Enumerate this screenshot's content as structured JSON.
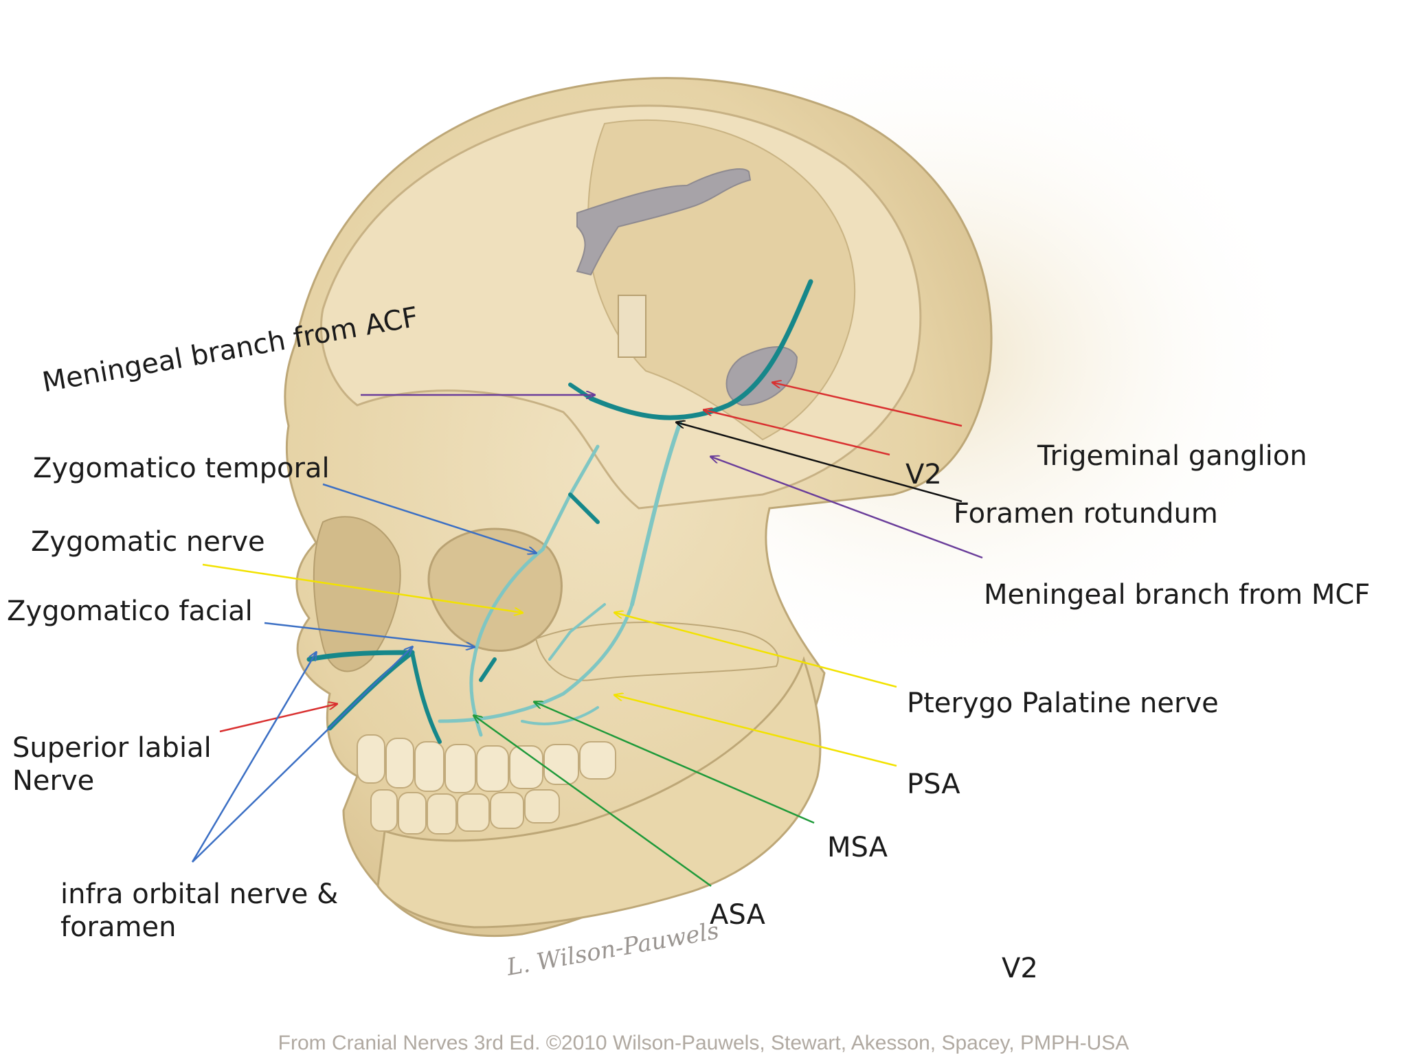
{
  "labels": {
    "meningeal_acf": "Meningeal branch from ACF",
    "zygomatico_temporal": "Zygomatico temporal",
    "zygomatic_nerve": "Zygomatic nerve",
    "zygomatico_facial": "Zygomatico facial",
    "superior_labial_line1": "Superior labial",
    "superior_labial_line2": "Nerve",
    "infra_orbital_line1": "infra orbital nerve &",
    "infra_orbital_line2": "foramen",
    "trigeminal_ganglion": "Trigeminal ganglion",
    "v2_top": "V2",
    "foramen_rotundum": "Foramen rotundum",
    "meningeal_mcf": "Meningeal branch from MCF",
    "pterygo_palatine": "Pterygo Palatine nerve",
    "psa": "PSA",
    "msa": "MSA",
    "asa": "ASA",
    "v2_bottom": "V2"
  },
  "signature": "L. Wilson-Pauwels",
  "caption": "From Cranial Nerves 3rd Ed. ©2010 Wilson-Pauwels, Stewart, Akesson, Spacey, PMPH-USA",
  "colors": {
    "bone": "#e8d6ad",
    "bone_dark": "#cdb88a",
    "nerve": "#16878a",
    "nerve_light": "#7fc6c3",
    "arrow_purple": "#6a3d9a",
    "arrow_blue": "#3b6fc4",
    "arrow_yellow": "#f2e200",
    "arrow_red": "#d93030",
    "arrow_green": "#1f9a3a",
    "arrow_black": "#111111"
  }
}
